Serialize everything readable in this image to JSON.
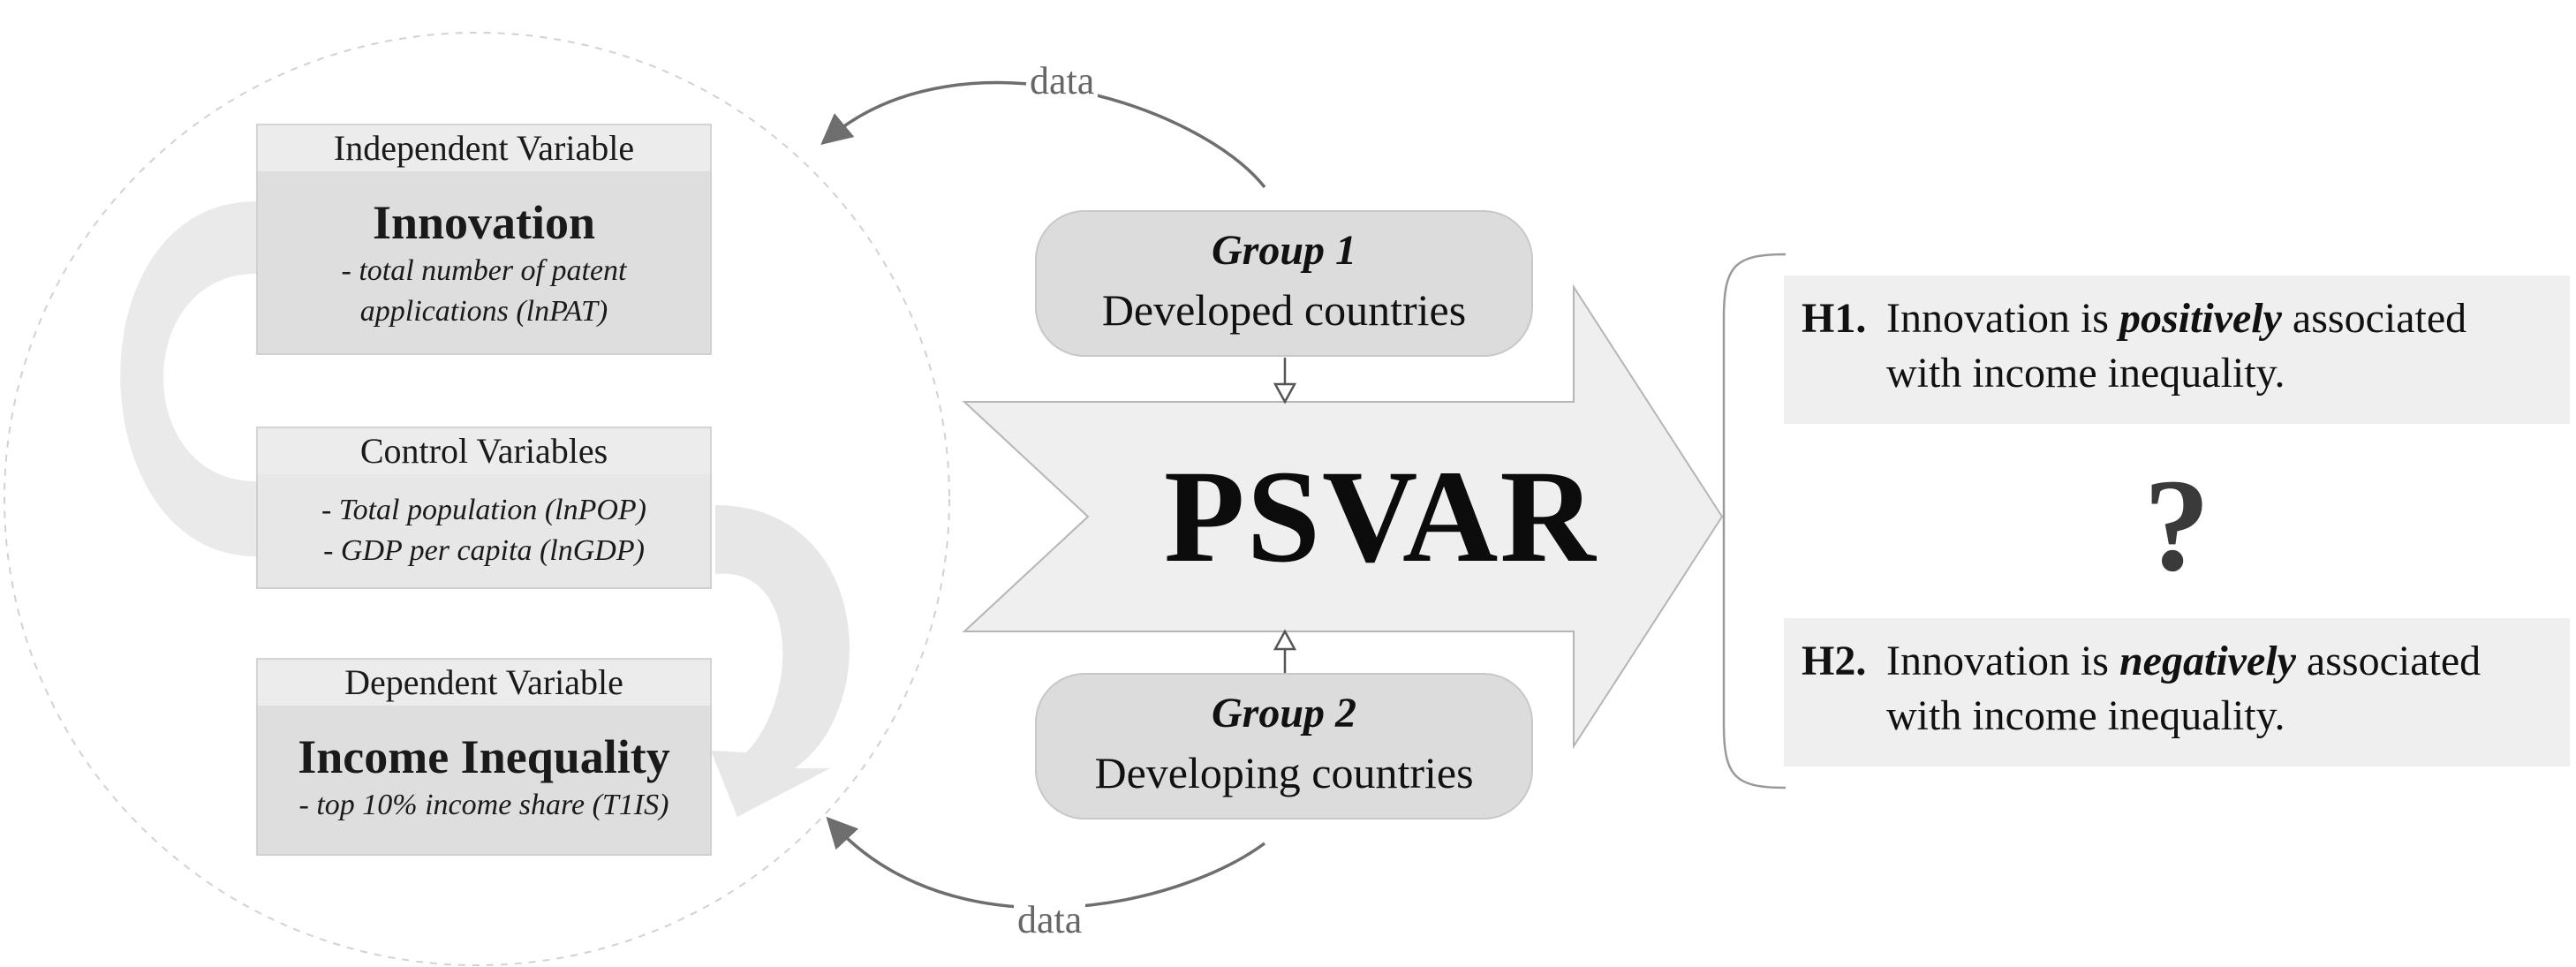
{
  "variables": {
    "independent": {
      "header": "Independent Variable",
      "title": "Innovation",
      "desc_line1": "- total number of patent",
      "desc_line2": "applications (lnPAT)"
    },
    "control": {
      "header": "Control Variables",
      "item1": "- Total population (lnPOP)",
      "item2": "- GDP per capita (lnGDP)"
    },
    "dependent": {
      "header": "Dependent Variable",
      "title": "Income Inequality",
      "desc": "- top 10% income share (T1IS)"
    }
  },
  "groups": {
    "g1": {
      "title": "Group 1",
      "subtitle": "Developed countries"
    },
    "g2": {
      "title": "Group 2",
      "subtitle": "Developing countries"
    }
  },
  "method": "PSVAR",
  "data_label": "data",
  "hypotheses": {
    "h1": {
      "id": "H1.",
      "before": "Innovation is ",
      "emph": "positively",
      "after": " associated",
      "line2": "with income inequality."
    },
    "h2": {
      "id": "H2.",
      "before": "Innovation is ",
      "emph": "negatively",
      "after": " associated",
      "line2": "with income inequality."
    },
    "question": "?"
  },
  "colors": {
    "box_fill": "#dedede",
    "header_fill": "#ececec",
    "arrow_fill": "#efefef",
    "curve_arrow": "#6e6e6e",
    "hypothesis_fill": "#efefef"
  }
}
